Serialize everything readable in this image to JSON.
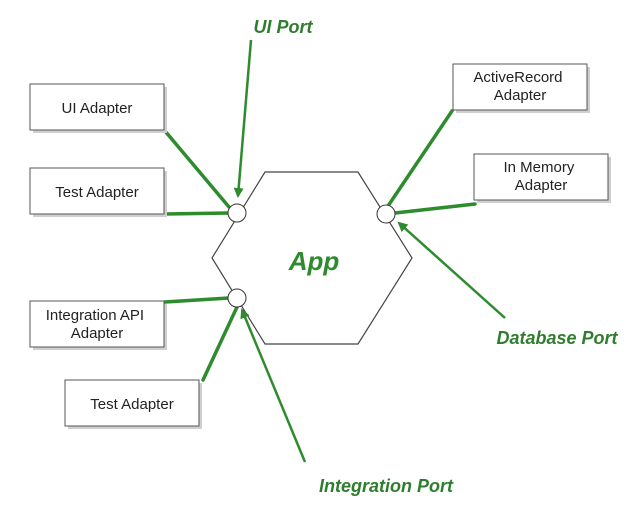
{
  "colors": {
    "green": "#2e8b2e",
    "label_green": "#2f7d2f"
  },
  "app": {
    "label": "App"
  },
  "ports": {
    "ui": "UI Port",
    "database": "Database Port",
    "integration": "Integration Port"
  },
  "adapters": {
    "ui_adapter": [
      "UI Adapter"
    ],
    "test_adapter_top": [
      "Test Adapter"
    ],
    "integration_api_adapter": [
      "Integration API",
      "Adapter"
    ],
    "test_adapter_bottom": [
      "Test Adapter"
    ],
    "activerecord_adapter": [
      "ActiveRecord",
      "Adapter"
    ],
    "in_memory_adapter": [
      "In Memory",
      "Adapter"
    ]
  }
}
